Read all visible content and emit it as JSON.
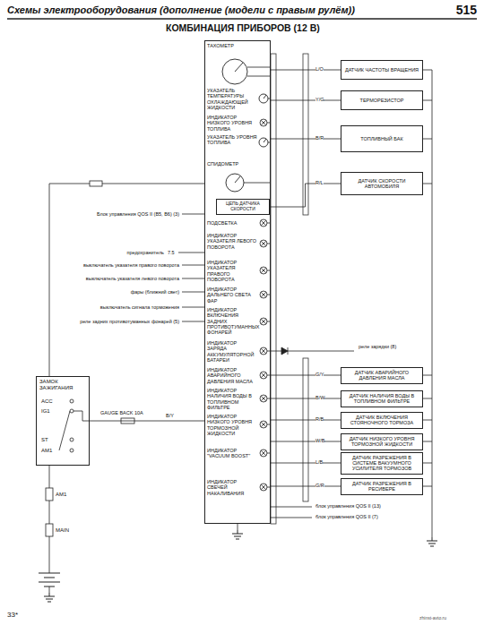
{
  "diagram": {
    "title": "КОМБИНАЦИЯ ПРИБОРОВ (12 В)",
    "nodes": [
      {
        "text": []
      },
      {
        "text": [
          "ЦЕПЬ ДАТЧИКА СКОРОСТИ"
        ],
        "in": 0
      },
      {
        "text": [
          "ДАТЧИК ЧАСТОТЫ ВРАЩЕНИЯ"
        ]
      },
      {
        "text": [
          "ТЕРМОРЕЗИСТОР"
        ]
      },
      {
        "text": [
          "ТОПЛИВНЫЙ БАК"
        ]
      },
      {
        "text": [
          "ДАТЧИК СКОРОСТИ АВТОМОБИЛЯ"
        ]
      },
      {
        "text": [
          "ДАТЧИК АВАРИЙНОГО ДАВЛЕНИЯ МАСЛА"
        ]
      },
      {
        "text": [
          "ДАТЧИК НАЛИЧИЯ ВОДЫ В ТОПЛИВНОМ ФИЛЬТРЕ"
        ]
      },
      {
        "text": [
          "ДАТЧИК ВКЛЮЧЕНИЯ СТОЯНОЧНОГО ТОРМОЗА"
        ]
      },
      {
        "text": [
          "ДАТЧИК НИЗКОГО УРОВНЯ ТОРМОЗНОЙ ЖИДКОСТИ"
        ]
      },
      {
        "text": [
          "ДАТЧИК РАЗРЕЖЕНИЯ В СИСТЕМЕ ВАКУУМНОГО УСИЛИТЕЛЯ ТОРМОЗОВ"
        ]
      },
      {
        "text": [
          "ДАТЧИК РАЗРЕЖЕНИЯ В РЕСИВЕРЕ"
        ]
      },
      {
        "text": [
          "ЗАМОК ЗАЖИГАНИЯ"
        ]
      }
    ],
    "edges": [
      {
        "from": 0,
        "to": 2,
        "arrow": "none"
      },
      {
        "from": 0,
        "to": 3,
        "arrow": "none"
      },
      {
        "from": 0,
        "to": 4,
        "arrow": "none"
      },
      {
        "from": 1,
        "to": 5,
        "arrow": "none"
      },
      {
        "from": 0,
        "to": 6,
        "arrow": "none"
      },
      {
        "from": 0,
        "to": 7,
        "arrow": "none"
      },
      {
        "from": 0,
        "to": 8,
        "arrow": "none"
      },
      {
        "from": 0,
        "to": 9,
        "arrow": "none"
      },
      {
        "from": 0,
        "to": 10,
        "arrow": "none"
      },
      {
        "from": 0,
        "to": 11,
        "arrow": "none"
      },
      {
        "from": 12,
        "to": 0,
        "arrow": "none"
      }
    ],
    "labels": [
      "Схемы электрооборудования (дополнение (модели с правым рулём))",
      "515",
      "ТАХОМЕТР",
      "УКАЗАТЕЛЬ ТЕМПЕРАТУРЫ ОХЛАЖДАЮЩЕЙ ЖИДКОСТИ",
      "ИНДИКАТОР НИЗКОГО УРОВНЯ ТОПЛИВА",
      "УКАЗАТЕЛЬ УРОВНЯ ТОПЛИВА",
      "СПИДОМЕТР",
      "ПОДСВЕТКА",
      "ИНДИКАТОР УКАЗАТЕЛЯ ЛЕВОГО ПОВОРОТА",
      "ИНДИКАТОР УКАЗАТЕЛЯ ПРАВОГО ПОВОРОТА",
      "ИНДИКАТОР ДАЛЬНЕГО СВЕТА ФАР",
      "ИНДИКАТОР ВКЛЮЧЕНИЯ ЗАДНИХ ПРОТИВОТУМАННЫХ ФОНАРЕЙ",
      "ИНДИКАТОР ЗАРЯДА АККУМУЛЯТОРНОЙ БАТАРЕИ",
      "ИНДИКАТОР АВАРИЙНОГО ДАВЛЕНИЯ МАСЛА",
      "ИНДИКАТОР НАЛИЧИЯ ВОДЫ В ТОПЛИВНОМ ФИЛЬТРЕ",
      "ИНДИКАТОР НИЗКОГО УРОВНЯ ТОРМОЗНОЙ ЖИДКОСТИ",
      "ИНДИКАТОР \"VACUUM BOOST\"",
      "ИНДИКАТОР СВЕЧЕЙ НАКАЛИВАНИЯ",
      "L/O",
      "Y/G",
      "B/R",
      "R/L",
      "G/Y",
      "B/W",
      "R/B",
      "W/B",
      "L/B",
      "G/R",
      "Блок управления QOS II (B5, B6) (3)",
      "предохранитель",
      "7.5",
      "выключатель указателя правого поворота",
      "выключатель указателя левого поворота",
      "фары (ближний свет)",
      "выключатель сигнала торможения",
      "реле задних противотуманных фонарей (5)",
      "GAUGE BACK 10A",
      "B/Y",
      "ACC",
      "IG1",
      "ST",
      "AM1",
      "AM1",
      "MAIN",
      "реле зарядки (8)",
      "блок управления QOS II (13)",
      "блок управления QOS II (7)",
      "33*",
      "zhinst-avto.ru"
    ]
  }
}
